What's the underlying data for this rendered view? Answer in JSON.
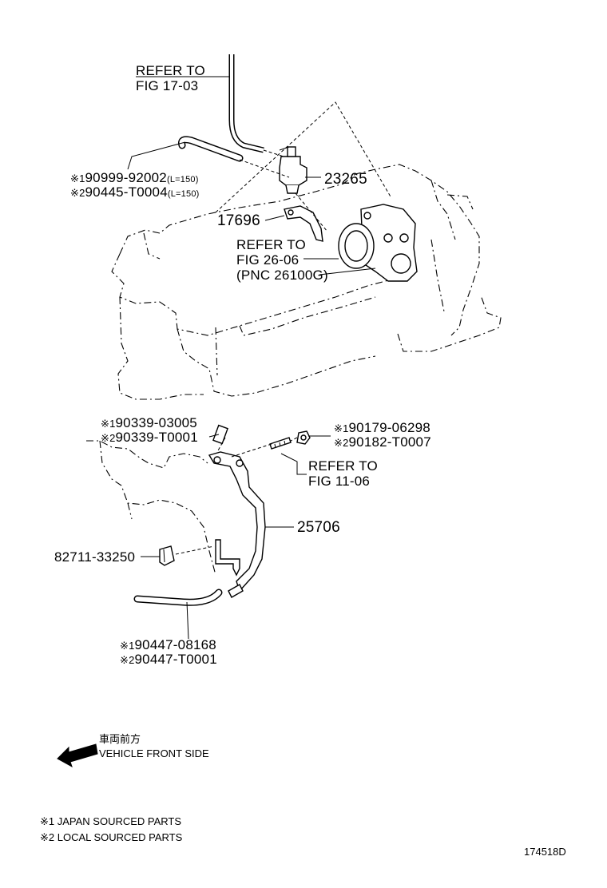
{
  "labels": {
    "refer_fig_17_03": [
      "REFER TO",
      "FIG 17-03"
    ],
    "hose_upper_1": "90999-92002",
    "hose_upper_1_note": "(L=150)",
    "hose_upper_2": "90445-T0004",
    "hose_upper_2_note": "(L=150)",
    "vsv": "23265",
    "bracket": "17696",
    "refer_fig_26_06": [
      "REFER TO",
      "FIG 26-06",
      "(PNC 26100G)"
    ],
    "plug_1": "90339-03005",
    "plug_2": "90339-T0001",
    "nut_1": "90179-06298",
    "nut_2": "90182-T0007",
    "refer_fig_11_06": [
      "REFER TO",
      "FIG 11-06"
    ],
    "pipe": "25706",
    "clamp": "82711-33250",
    "hose_lower_1": "90447-08168",
    "hose_lower_2": "90447-T0001"
  },
  "markers": {
    "m1": "※1",
    "m2": "※2"
  },
  "direction": {
    "jp": "車両前方",
    "en": "VEHICLE FRONT SIDE"
  },
  "legend": [
    "※1 JAPAN SOURCED PARTS",
    "※2 LOCAL SOURCED PARTS"
  ],
  "figure_id": "174518D"
}
